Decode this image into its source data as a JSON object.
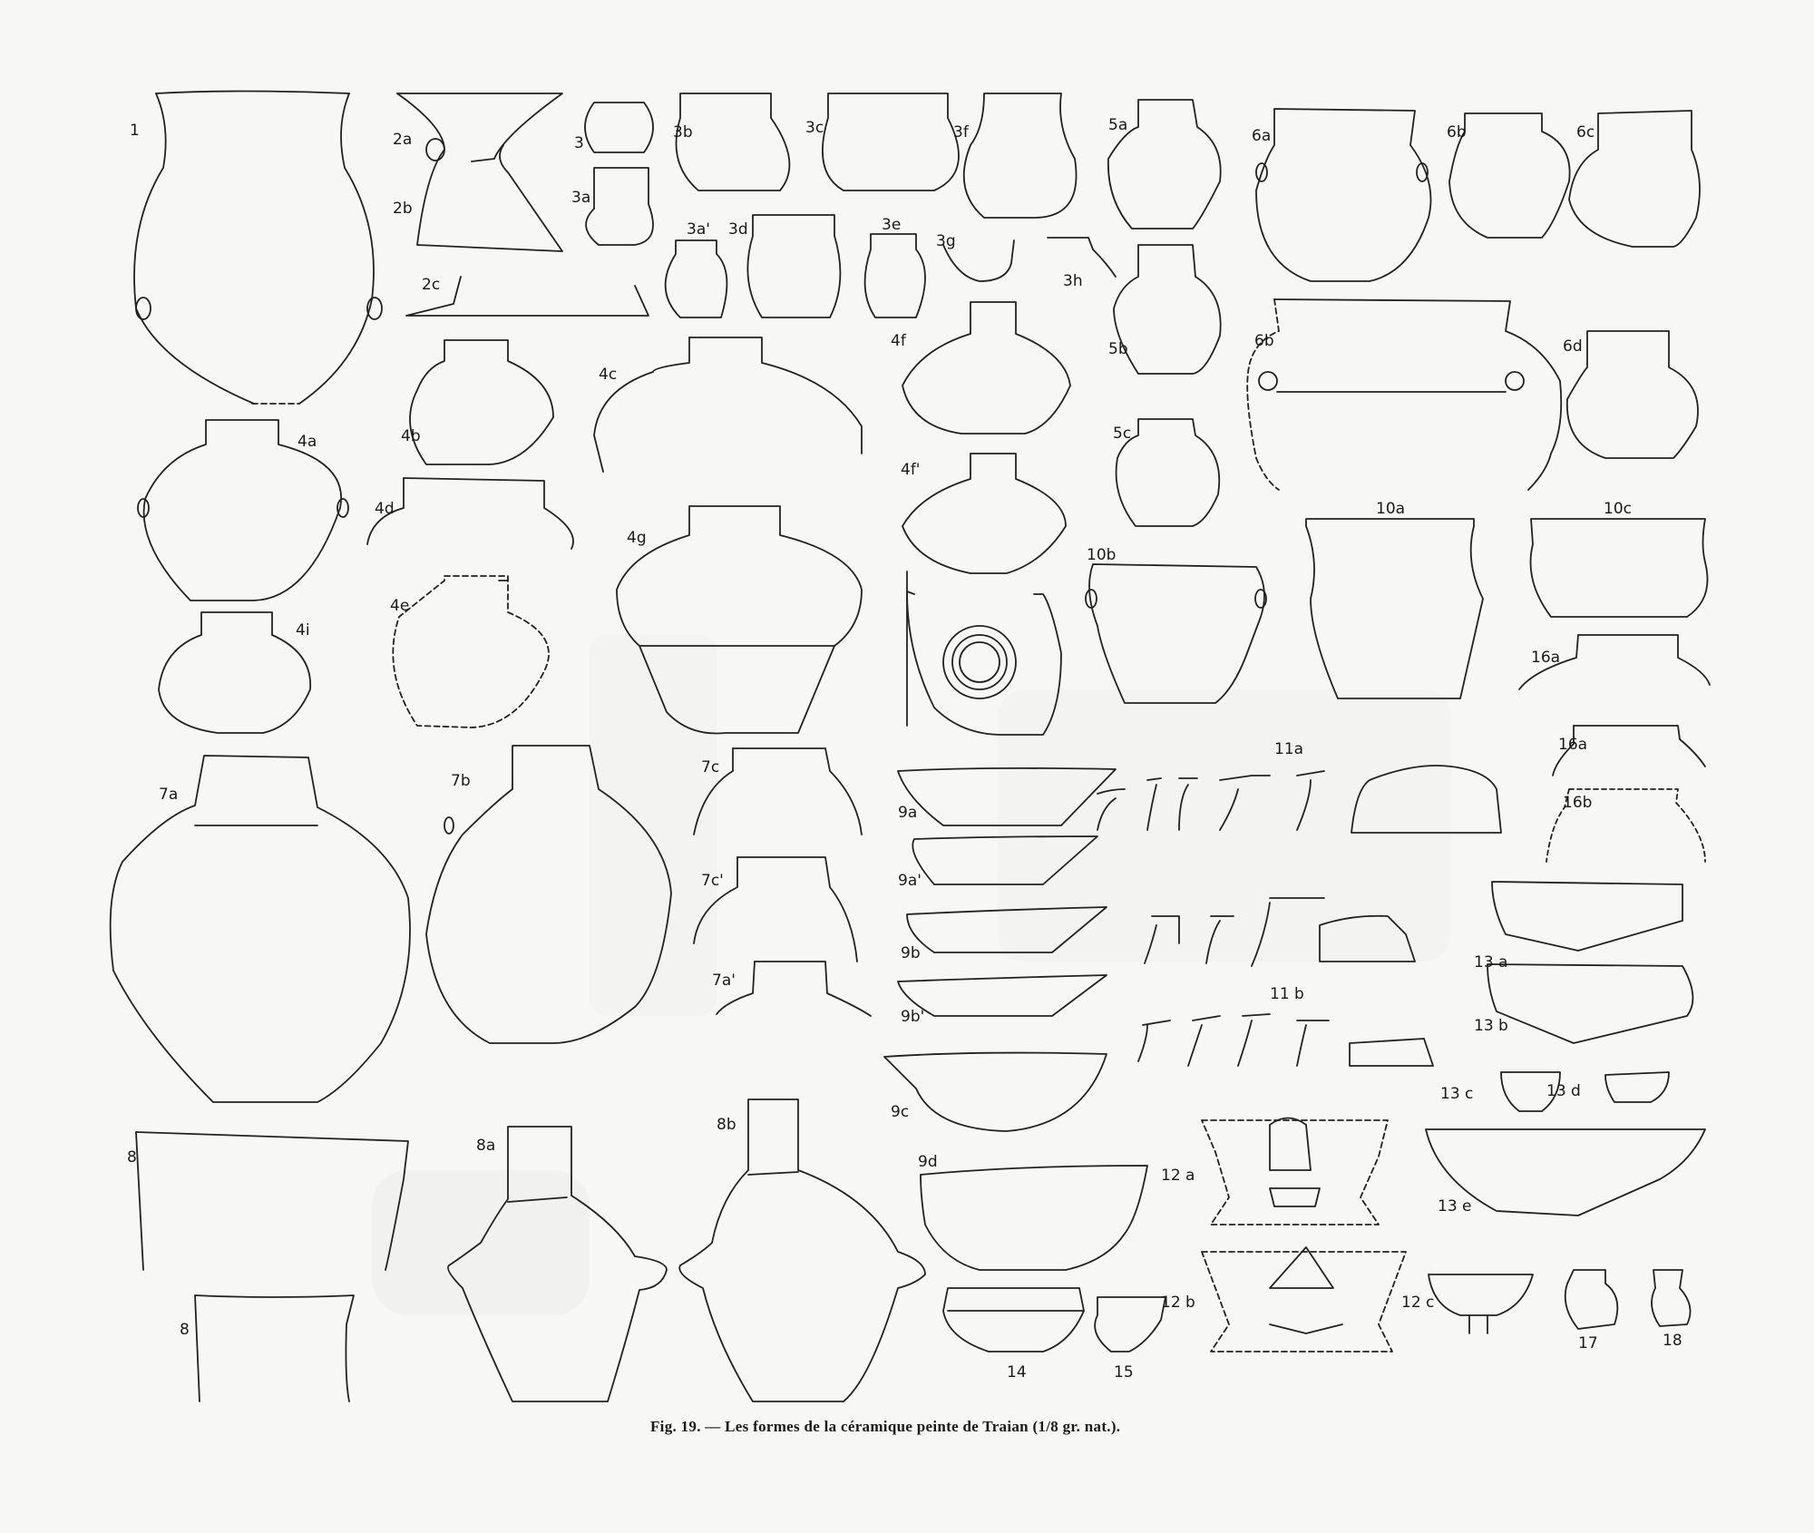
{
  "caption": "Fig. 19. — Les formes de la céramique peinte de Traian (1/8 gr. nat.).",
  "vessels": [
    {
      "id": "v1",
      "label": "1"
    },
    {
      "id": "v2a",
      "label": "2a"
    },
    {
      "id": "v2b",
      "label": "2b"
    },
    {
      "id": "v2c",
      "label": "2c"
    },
    {
      "id": "v3",
      "label": "3"
    },
    {
      "id": "v3a",
      "label": "3a"
    },
    {
      "id": "v3b",
      "label": "3b"
    },
    {
      "id": "v3c",
      "label": "3c"
    },
    {
      "id": "v3f",
      "label": "3f"
    },
    {
      "id": "v3a2",
      "label": "3a'"
    },
    {
      "id": "v3d",
      "label": "3d"
    },
    {
      "id": "v3e",
      "label": "3e"
    },
    {
      "id": "v3g",
      "label": "3g"
    },
    {
      "id": "v3h",
      "label": "3h"
    },
    {
      "id": "v4a",
      "label": "4a"
    },
    {
      "id": "v4b",
      "label": "4b"
    },
    {
      "id": "v4c",
      "label": "4c"
    },
    {
      "id": "v4d",
      "label": "4d"
    },
    {
      "id": "v4e",
      "label": "4e"
    },
    {
      "id": "v4f",
      "label": "4f"
    },
    {
      "id": "v4f2",
      "label": "4f'"
    },
    {
      "id": "v4g",
      "label": "4g"
    },
    {
      "id": "v4i",
      "label": "4i"
    },
    {
      "id": "v5a",
      "label": "5a"
    },
    {
      "id": "v5b",
      "label": "5b"
    },
    {
      "id": "v5c",
      "label": "5c"
    },
    {
      "id": "v6a",
      "label": "6a"
    },
    {
      "id": "v6b",
      "label": "6b"
    },
    {
      "id": "v6c",
      "label": "6c"
    },
    {
      "id": "v6b2",
      "label": "6b"
    },
    {
      "id": "v6d",
      "label": "6d"
    },
    {
      "id": "v7a",
      "label": "7a"
    },
    {
      "id": "v7b",
      "label": "7b"
    },
    {
      "id": "v7c",
      "label": "7c"
    },
    {
      "id": "v7c2",
      "label": "7c'"
    },
    {
      "id": "v7a2",
      "label": "7a'"
    },
    {
      "id": "v8",
      "label": "8"
    },
    {
      "id": "v8x",
      "label": "8"
    },
    {
      "id": "v8a",
      "label": "8a"
    },
    {
      "id": "v8b",
      "label": "8b"
    },
    {
      "id": "v9a",
      "label": "9a"
    },
    {
      "id": "v9a2",
      "label": "9a'"
    },
    {
      "id": "v9b",
      "label": "9b"
    },
    {
      "id": "v9b2",
      "label": "9b'"
    },
    {
      "id": "v9c",
      "label": "9c"
    },
    {
      "id": "v9d",
      "label": "9d"
    },
    {
      "id": "v10a",
      "label": "10a"
    },
    {
      "id": "v10b",
      "label": "10b"
    },
    {
      "id": "v10c",
      "label": "10c"
    },
    {
      "id": "v11a",
      "label": "11a"
    },
    {
      "id": "v11b",
      "label": "11 b"
    },
    {
      "id": "v12a",
      "label": "12 a"
    },
    {
      "id": "v12b",
      "label": "12 b"
    },
    {
      "id": "v12c",
      "label": "12 c"
    },
    {
      "id": "v13a",
      "label": "13 a"
    },
    {
      "id": "v13b",
      "label": "13 b"
    },
    {
      "id": "v13c",
      "label": "13 c"
    },
    {
      "id": "v13d",
      "label": "13 d"
    },
    {
      "id": "v13e",
      "label": "13 e"
    },
    {
      "id": "v14",
      "label": "14"
    },
    {
      "id": "v15",
      "label": "15"
    },
    {
      "id": "v16a",
      "label": "16a"
    },
    {
      "id": "v16a2",
      "label": "16a"
    },
    {
      "id": "v16b",
      "label": "16b"
    },
    {
      "id": "v17",
      "label": "17"
    },
    {
      "id": "v18",
      "label": "18"
    }
  ]
}
